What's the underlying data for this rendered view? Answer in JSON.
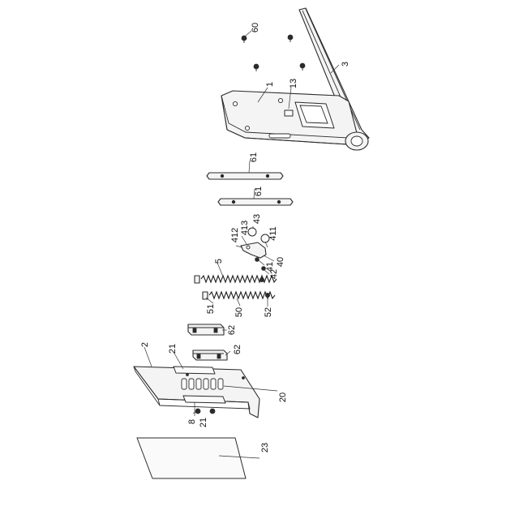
{
  "labels": {
    "l60": "60",
    "l3": "3",
    "l13": "13",
    "l1": "1",
    "l61a": "61",
    "l61b": "61",
    "l43": "43",
    "l413": "413",
    "l412": "412",
    "l411": "411",
    "l40": "40",
    "l41": "41",
    "l42": "42",
    "l5": "5",
    "l51": "51",
    "l50": "50",
    "l52": "52",
    "l62a": "62",
    "l62b": "62",
    "l2": "2",
    "l21a": "21",
    "l21b": "21",
    "l20": "20",
    "l8": "8",
    "l23": "23"
  }
}
